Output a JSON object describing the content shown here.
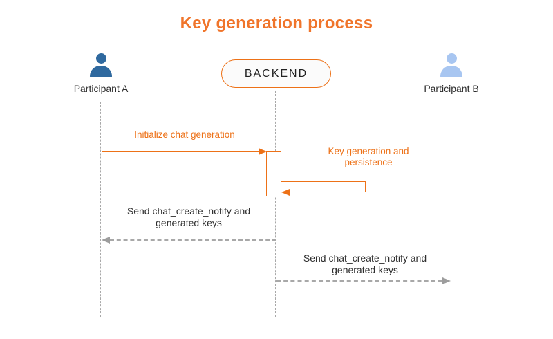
{
  "title": "Key generation process",
  "diagram_type": "sequence-diagram",
  "actors": {
    "participant_a": {
      "label": "Participant A",
      "icon": "person-icon",
      "color": "#2F699F"
    },
    "backend": {
      "label": "BACKEND"
    },
    "participant_b": {
      "label": "Participant B",
      "icon": "person-icon",
      "color": "#A8C6F1"
    }
  },
  "messages": {
    "init_chat": {
      "label": "Initialize chat generation",
      "from": "Participant A",
      "to": "BACKEND",
      "style": "solid-orange-arrow"
    },
    "key_gen": {
      "label": "Key generation and persistence",
      "from": "BACKEND",
      "to": "BACKEND",
      "style": "self-loop-orange-arrow"
    },
    "notify_a": {
      "label": "Send chat_create_notify and generated keys",
      "from": "BACKEND",
      "to": "Participant A",
      "style": "dashed-gray-arrow"
    },
    "notify_b": {
      "label": "Send chat_create_notify and generated keys",
      "from": "BACKEND",
      "to": "Participant B",
      "style": "dashed-gray-arrow"
    }
  },
  "colors": {
    "orange": "#ED7117",
    "orange_soft": "#F0752B",
    "blue_dark": "#2F699F",
    "blue_light": "#A8C6F1",
    "gray_line": "#A8A8A8",
    "gray_arrow": "#9D9D9D",
    "text_dark": "#2E2E2E",
    "backend_fill": "#FBFBFB"
  }
}
